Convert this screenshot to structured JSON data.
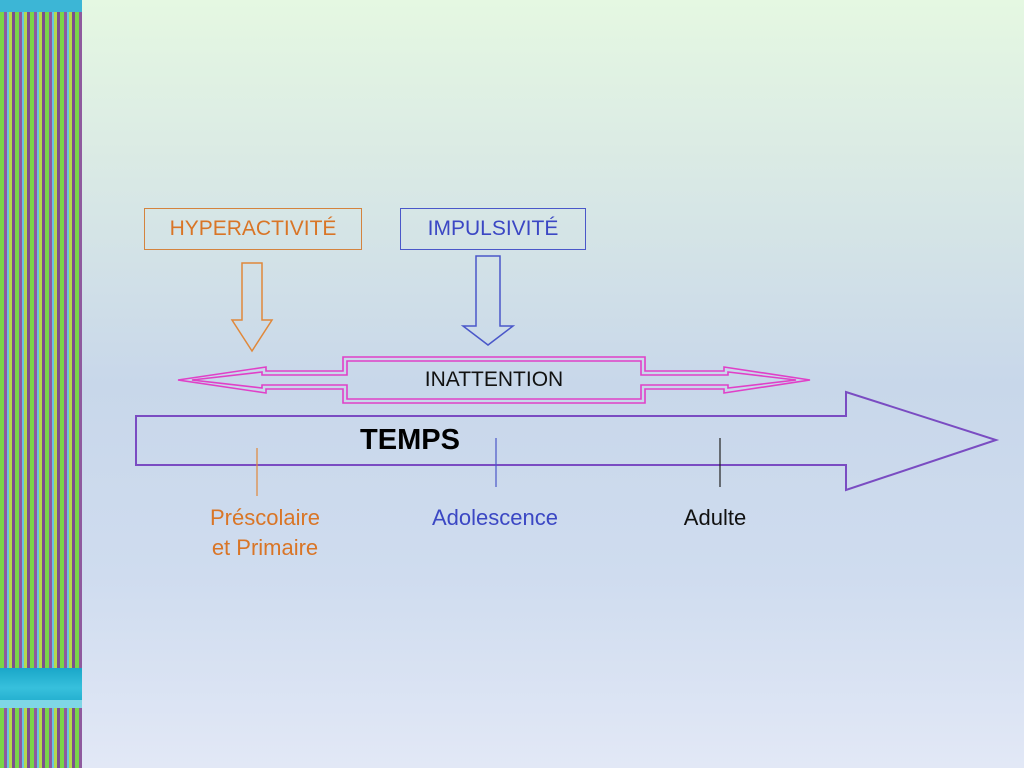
{
  "boxes": {
    "hyperactivite": "HYPERACTIVITÉ",
    "impulsivite": "IMPULSIVITÉ",
    "inattention": "INATTENTION"
  },
  "timeline": {
    "label": "TEMPS",
    "stages": [
      {
        "text": "Préscolaire\net Primaire",
        "color": "#d97526"
      },
      {
        "text": "Adolescence",
        "color": "#3b47c4"
      },
      {
        "text": "Adulte",
        "color": "#111111"
      }
    ]
  },
  "colors": {
    "orange": "#d97526",
    "blue": "#3b47c4",
    "pink": "#e040c8",
    "purple": "#7a4cc2"
  }
}
